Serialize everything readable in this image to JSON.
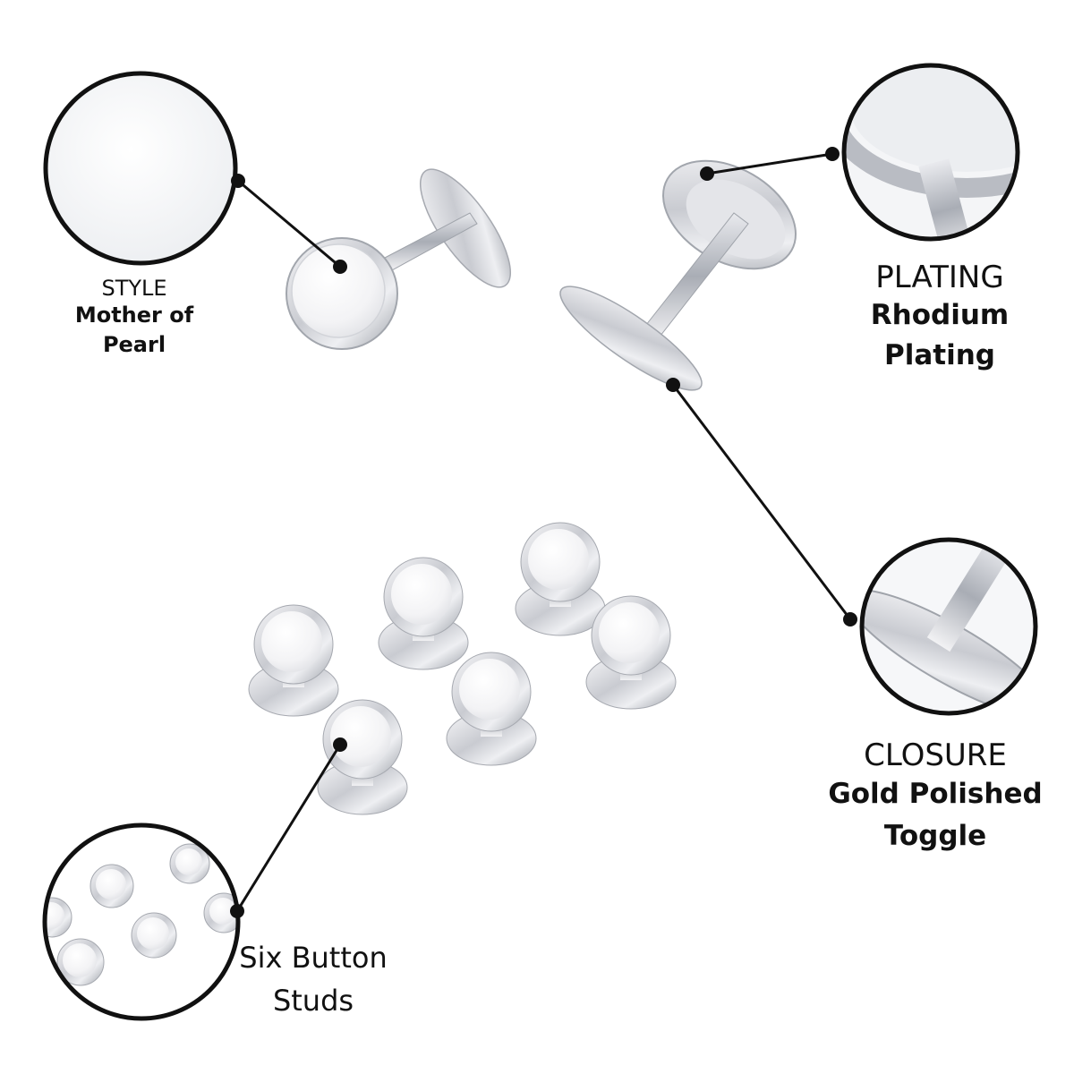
{
  "callouts": {
    "style": {
      "label": "STYLE",
      "value": "Mother of Pearl"
    },
    "plating": {
      "label": "PLATING",
      "value": "Rhodium Plating"
    },
    "closure": {
      "label": "CLOSURE",
      "value": "Gold Polished Toggle"
    },
    "studs": {
      "label": "Six Button Studs"
    }
  },
  "colors": {
    "line": "#111111",
    "silver_light": "#f4f4f6",
    "silver_mid": "#c8cad0",
    "silver_dark": "#8f939b"
  }
}
